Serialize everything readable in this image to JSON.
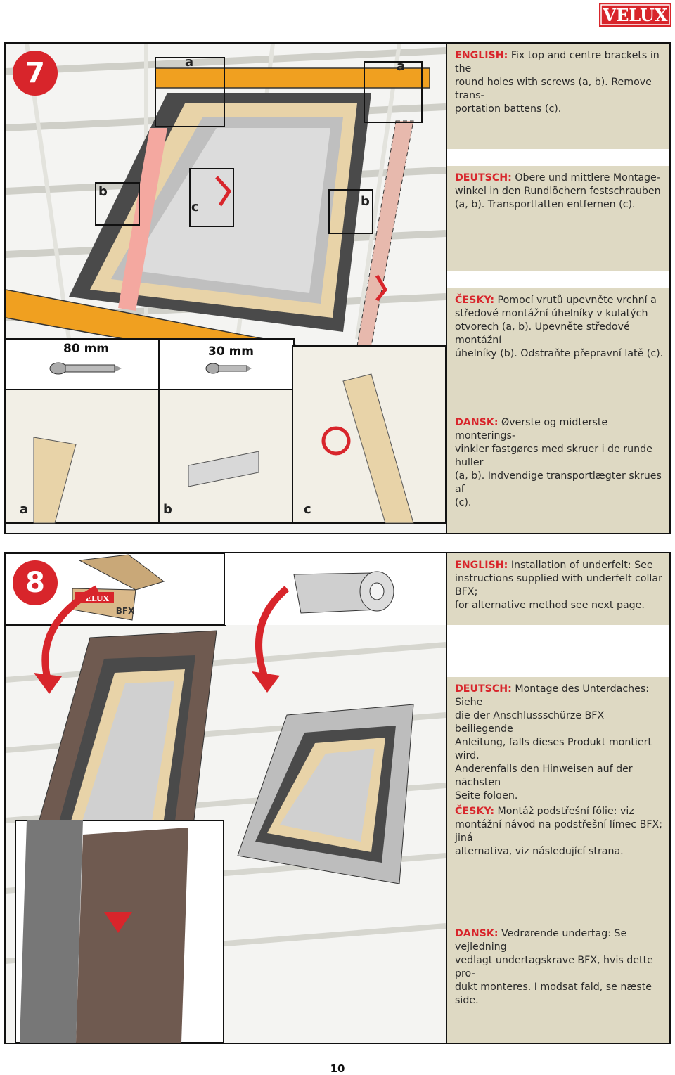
{
  "brand": {
    "logo_text": "VELUX",
    "color": "#d8252b"
  },
  "colors": {
    "accent": "#d8252b",
    "panel": "#ded9c3"
  },
  "step7": {
    "number": "7",
    "callout_a": "a",
    "callout_b": "b",
    "callout_c": "c",
    "detail_a": "a",
    "detail_b": "b",
    "detail_c": "c",
    "screw_long": "80 mm",
    "screw_short": "30 mm",
    "texts": [
      {
        "lang": "ENGLISH:",
        "text": "Fix top and centre brackets in the\nround holes with screws (a, b). Remove trans-\nportation battens (c)."
      },
      {
        "lang": "DEUTSCH:",
        "text": "Obere und mittlere Montage-\nwinkel in den Rundlöchern festschrauben\n(a, b). Transportlatten entfernen (c)."
      },
      {
        "lang": "ČESKY:",
        "text": "Pomocí vrutů upevněte vrchní a\nstředové montážní úhelníky v kulatých\notvorech (a, b). Upevněte středové montážní\núhelníky (b). Odstraňte přepravní latě (c)."
      },
      {
        "lang": "DANSK:",
        "text": "Øverste og midterste monterings-\nvinkler fastgøres med skruer i de runde huller\n(a, b). Indvendige transportlægter skrues af\n(c)."
      }
    ]
  },
  "step8": {
    "number": "8",
    "box_label_brand": "VELUX",
    "box_label_product": "BFX",
    "texts": [
      {
        "lang": "ENGLISH:",
        "text": "Installation of underfelt: See\ninstructions supplied with underfelt collar BFX;\nfor alternative method see next page."
      },
      {
        "lang": "DEUTSCH:",
        "text": "Montage des Unterdaches: Siehe\ndie der Anschlussschürze BFX beiliegende\nAnleitung, falls dieses Produkt montiert wird.\nAnderenfalls den Hinweisen auf der nächsten\nSeite folgen."
      },
      {
        "lang": "ČESKY:",
        "text": "Montáž podstřešní fólie: viz\nmontážní návod na podstřešní límec BFX; jiná\nalternativa, viz následující strana."
      },
      {
        "lang": "DANSK:",
        "text": "Vedrørende undertag: Se vejledning\nvedlagt undertagskrave BFX, hvis dette pro-\ndukt monteres. I modsat fald, se næste side."
      }
    ]
  },
  "page_number": "10"
}
